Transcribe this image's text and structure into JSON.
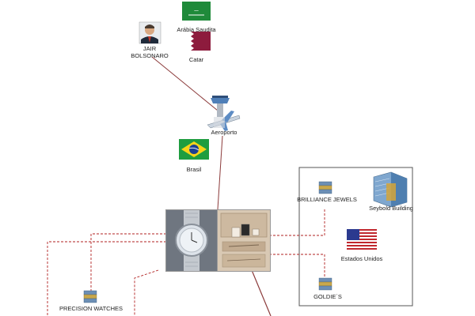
{
  "nodes": {
    "bolsonaro": {
      "label_line1": "JAIR",
      "label_line2": "BOLSONARO"
    },
    "saudi": {
      "label": "Arábia Saudita"
    },
    "qatar": {
      "label": "Catar"
    },
    "airport": {
      "label": "Aeroporto"
    },
    "brazil": {
      "label": "Brasil"
    },
    "brilliance": {
      "label": "BRILLIANCE JEWELS"
    },
    "seybold": {
      "label": "Seybold Building"
    },
    "usa": {
      "label": "Estados Unidos"
    },
    "goldies": {
      "label": "GOLDIE´S"
    },
    "precision": {
      "label": "PRECISION WATCHES"
    }
  },
  "icons": {
    "bolsonaro": "person-portrait-icon",
    "saudi": "saudi-flag-icon",
    "qatar": "qatar-flag-icon",
    "airport": "airport-icon",
    "brazil": "brazil-flag-icon",
    "brilliance": "server-stack-icon",
    "seybold": "building-icon",
    "usa": "usa-flag-icon",
    "goldies": "server-stack-icon",
    "precision": "server-stack-icon",
    "watch_photo": "watch-photo",
    "box_photo": "jewelry-box-photo"
  },
  "colors": {
    "solid_link": "#8b3a3a",
    "dashed_link": "#b22222",
    "group_border": "#555555"
  }
}
